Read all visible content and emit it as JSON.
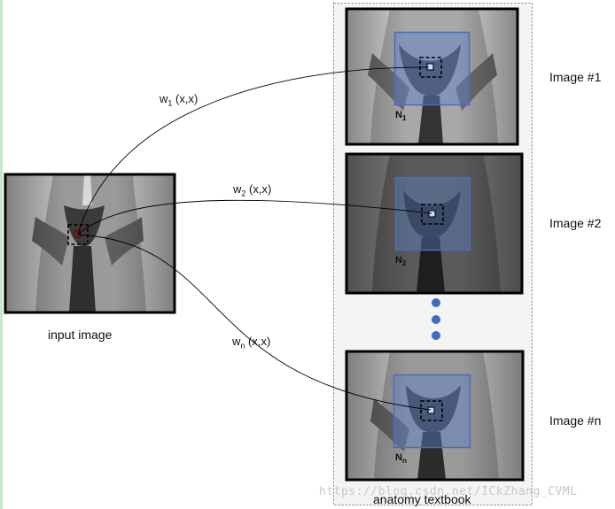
{
  "input": {
    "label": "input image"
  },
  "textbook": {
    "label": "anatomy textbook",
    "images": [
      {
        "label": "Image #1",
        "n_main": "N",
        "n_sub": "1"
      },
      {
        "label": "Image #2",
        "n_main": "N",
        "n_sub": "2"
      },
      {
        "label": "Image #n",
        "n_main": "N",
        "n_sub": "n"
      }
    ]
  },
  "weights": [
    {
      "main": "w",
      "sub": "1",
      "args": " (x,x)"
    },
    {
      "main": "w",
      "sub": "2",
      "args": " (x,x)"
    },
    {
      "main": "w",
      "sub": "n",
      "args": " (x,x)"
    }
  ],
  "watermark": "https://blog.csdn.net/ICkZhang_CVML",
  "colors": {
    "neighborhood": "#4a6db5",
    "dots": "#3d6ec2",
    "panel_border": "#808080"
  }
}
